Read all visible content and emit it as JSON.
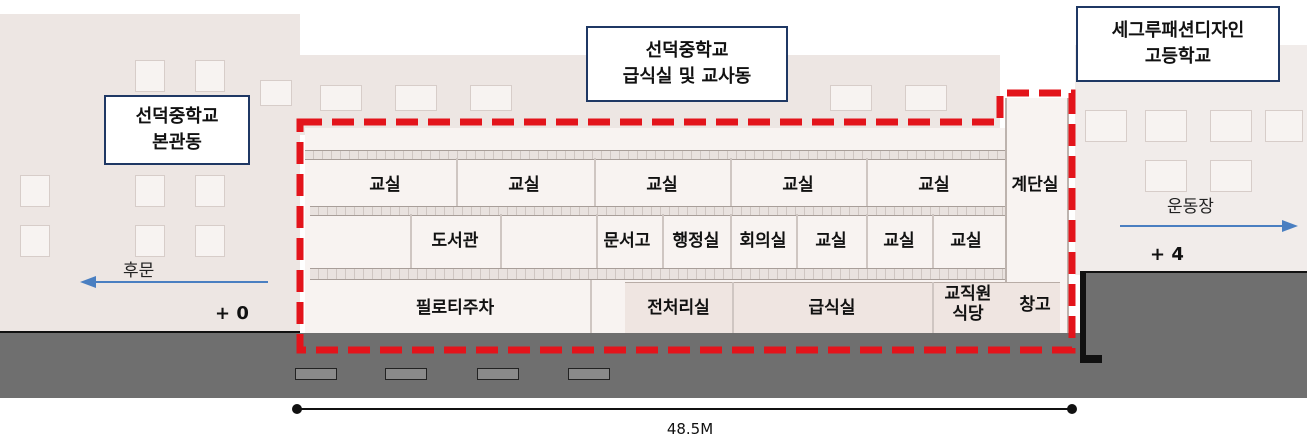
{
  "callouts": {
    "main_building": [
      "선덕중학교",
      "본관동"
    ],
    "cafeteria_building": [
      "선덕중학교",
      "급식실 및 교사동"
    ],
    "neighbor_school": [
      "세그루패션디자인",
      "고등학교"
    ]
  },
  "rooms": {
    "floor3": [
      "교실",
      "교실",
      "교실",
      "교실",
      "교실"
    ],
    "floor2": [
      "도서관",
      "문서고",
      "행정실",
      "회의실",
      "교실",
      "교실",
      "교실"
    ],
    "floor1": [
      "필로티주차",
      "전처리실",
      "급식실",
      "교직원\n식당",
      "창고"
    ],
    "stair": "계단실"
  },
  "levels": {
    "left": "+ 0",
    "right": "+ 4"
  },
  "directions": {
    "left": "후문",
    "right": "운동장"
  },
  "dimension": {
    "label": "48.5M"
  },
  "colors": {
    "highlight": "#e3141b",
    "arrow": "#4a7fc1",
    "ground": "#6f6f6f",
    "callout_border": "#1f3864"
  }
}
